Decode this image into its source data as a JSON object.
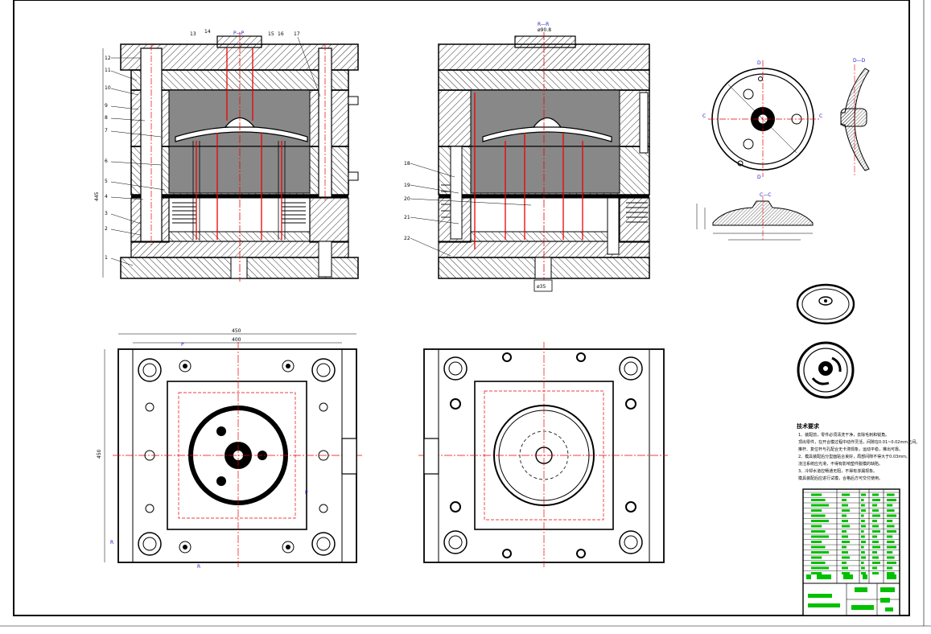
{
  "colors": {
    "line": "#000000",
    "center": "#e00000",
    "hidden": "#e00000",
    "hatch": "#000000",
    "dim": "#1a1ad0",
    "titleblock": "#00c000"
  },
  "views": {
    "section_main": {
      "title": "P—P",
      "parts": [
        "1",
        "2",
        "3",
        "4",
        "5",
        "6",
        "7",
        "8",
        "9",
        "10",
        "11",
        "12",
        "13",
        "14",
        "15",
        "16",
        "17"
      ],
      "dims": {
        "height": "445"
      }
    },
    "section_right": {
      "title": "R—R",
      "parts": [
        "18",
        "19",
        "20",
        "21",
        "22"
      ],
      "dims": {
        "top": "ø90.8",
        "sprue": "ø35"
      }
    },
    "part_top": {
      "labels": [
        "D",
        "C",
        "C",
        "D"
      ]
    },
    "part_section_dd": {
      "title": "D—D"
    },
    "part_section_cc": {
      "title": "C—C"
    },
    "plan_fixed": {
      "dims": {
        "outer_width": "450",
        "inner_width": "400",
        "height": "450"
      },
      "markers": [
        "P",
        "R",
        "P",
        "R"
      ]
    },
    "plan_moving": {}
  },
  "notes": {
    "heading": "技术要求",
    "lines": [
      "1、装配前，零件必须清洗干净，去除毛刺和锐角。",
      "顶出零件，在开合模过程中动作灵活，间隙在0.01~0.02mm之间。",
      "推杆、复位杆与孔配合无卡滞现象，运动平稳，推出可靠。",
      "2、模具装配后分型面贴合良好，局部间隙不得大于0.03mm。",
      "浇注系统应光滑，不得有影响塑件脱模的缺陷。",
      "3、冷却水道应畅通无阻，不得有渗漏现象。",
      "模具装配后应进行试模，合格后方可交付使用。"
    ]
  },
  "titleblock": {
    "rows": 16
  }
}
